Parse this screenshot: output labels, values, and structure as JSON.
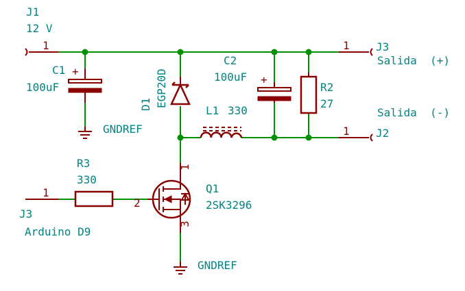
{
  "connectors": {
    "j1": {
      "ref": "J1",
      "value": "12 V",
      "pin": "1"
    },
    "j3_out": {
      "ref": "J3",
      "label": "Salida  (+)",
      "pin": "1"
    },
    "j2": {
      "ref": "J2",
      "label": "Salida  (-)",
      "pin": "1"
    },
    "j3_in": {
      "ref": "J3",
      "label": "Arduino D9",
      "pin": "1"
    }
  },
  "components": {
    "c1": {
      "ref": "C1",
      "value": "100uF",
      "polarity": "+"
    },
    "c2": {
      "ref": "C2",
      "value": "100uF",
      "polarity": "+"
    },
    "d1": {
      "ref": "D1",
      "value": "EGP20D"
    },
    "l1": {
      "ref": "L1",
      "value": "330"
    },
    "r2": {
      "ref": "R2",
      "value": "27"
    },
    "r3": {
      "ref": "R3",
      "value": "330"
    },
    "q1": {
      "ref": "Q1",
      "value": "2SK3296",
      "pin_d": "1",
      "pin_g": "2",
      "pin_s": "3"
    }
  },
  "power": {
    "gnd1": "GNDREF",
    "gnd2": "GNDREF"
  },
  "colors": {
    "wire": "#009100",
    "component": "#8a0000",
    "text": "#008484"
  }
}
